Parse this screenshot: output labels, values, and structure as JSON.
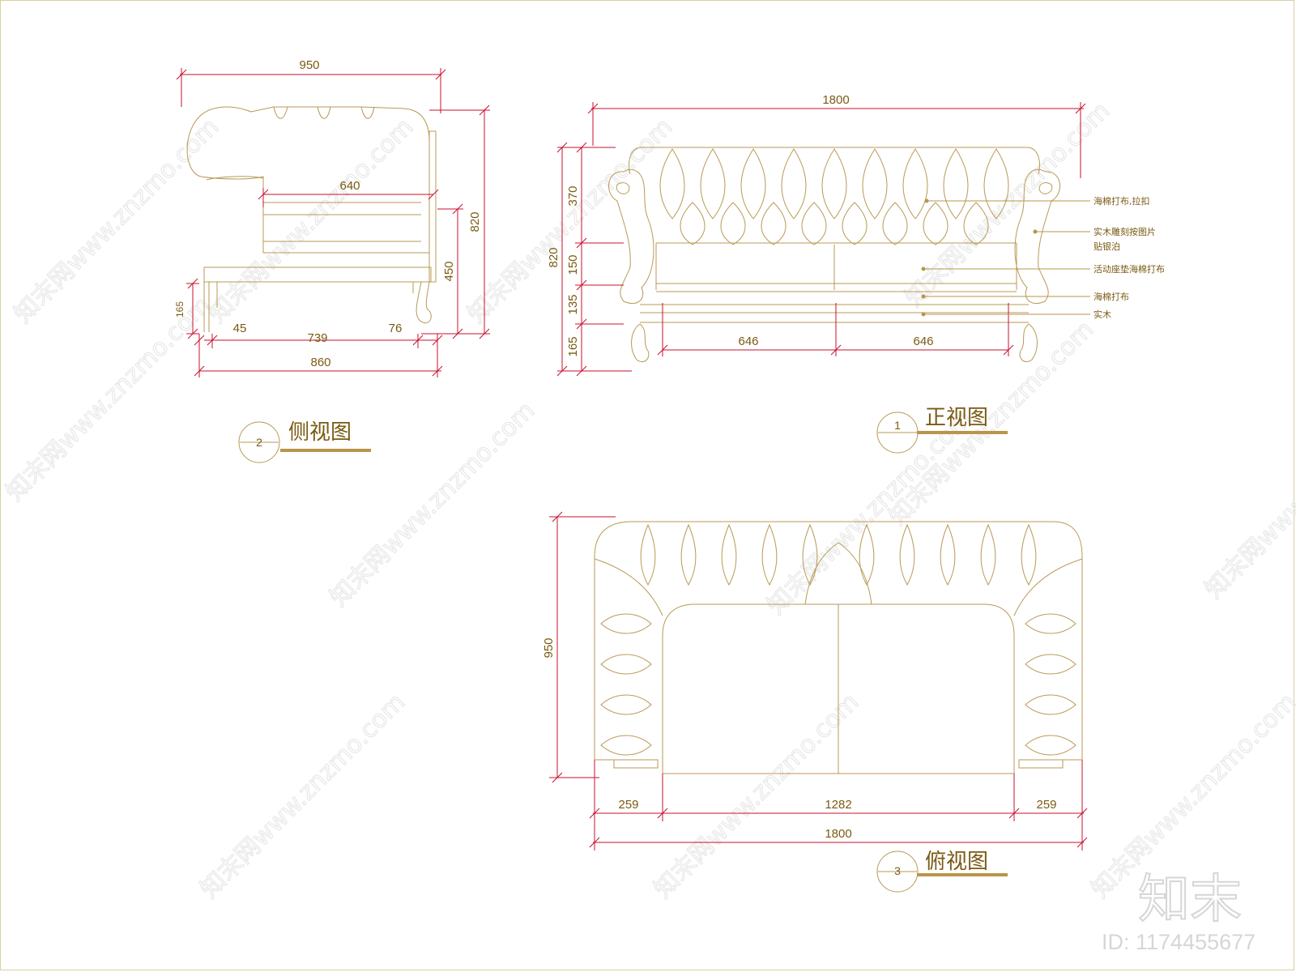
{
  "views": {
    "side": {
      "title": "侧视图",
      "number": "2",
      "dims": {
        "overall_depth": "950",
        "height": "820",
        "inner_depth": "640",
        "seat_height": "450",
        "leg_height": "165",
        "leg_front": "45",
        "leg_span": "739",
        "leg_back": "76",
        "base_depth": "860"
      }
    },
    "front": {
      "title": "正视图",
      "number": "1",
      "dims": {
        "overall_width": "1800",
        "overall_height": "820",
        "back_height": "370",
        "cushion_height": "150",
        "base_height": "135",
        "leg_height": "165",
        "seat_left": "646",
        "seat_right": "646"
      },
      "notes": [
        "海棉打布,拉扣",
        "实木雕刻按图片",
        "贴银泊",
        "活动座垫海棉打布",
        "海棉打布",
        "实木"
      ]
    },
    "top": {
      "title": "俯视图",
      "number": "3",
      "dims": {
        "depth": "950",
        "arm_left": "259",
        "seat_width": "1282",
        "arm_right": "259",
        "overall_width": "1800"
      }
    }
  },
  "watermark": {
    "text": "知末网www.znzmo.com",
    "logo": "知末",
    "id_label": "ID: 1174455677"
  },
  "colors": {
    "dimension": "#c8102e",
    "outline": "#b89a55",
    "text": "#7a5a12",
    "background": "#ffffff"
  }
}
